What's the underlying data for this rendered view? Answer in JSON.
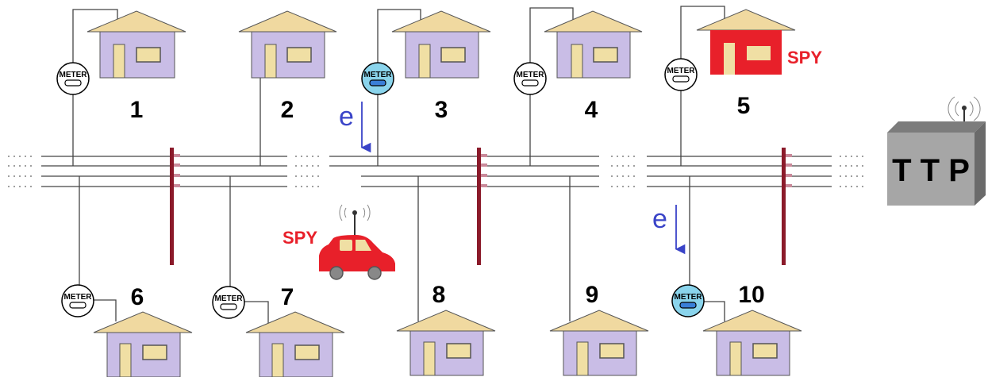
{
  "colors": {
    "roof": "#f0d9a0",
    "wall": "#c9bde6",
    "window": "#f0dfa4",
    "pole": "#8b1a2a",
    "spy_red": "#e8202a",
    "meter_active": "#8ad4ec",
    "meter_active_display": "#3a7fd8",
    "arrow_blue": "#3a44c8",
    "ttp_box": "#a6a6a6"
  },
  "houses": [
    {
      "number": "1",
      "meter_label": "METER",
      "meter_active": false,
      "spy": false
    },
    {
      "number": "2",
      "meter_label": "",
      "meter_active": false,
      "spy": false
    },
    {
      "number": "3",
      "meter_label": "METER",
      "meter_active": true,
      "spy": false
    },
    {
      "number": "4",
      "meter_label": "METER",
      "meter_active": false,
      "spy": false
    },
    {
      "number": "5",
      "meter_label": "METER",
      "meter_active": false,
      "spy": true
    },
    {
      "number": "6",
      "meter_label": "METER",
      "meter_active": false,
      "spy": false
    },
    {
      "number": "7",
      "meter_label": "METER",
      "meter_active": false,
      "spy": false
    },
    {
      "number": "8",
      "meter_label": "",
      "meter_active": false,
      "spy": false
    },
    {
      "number": "9",
      "meter_label": "",
      "meter_active": false,
      "spy": false
    },
    {
      "number": "10",
      "meter_label": "METER",
      "meter_active": true,
      "spy": false
    }
  ],
  "spy_house_label": "SPY",
  "spy_car_label": "SPY",
  "arrow_labels": [
    "e",
    "e"
  ],
  "ttp_label": "T T P",
  "icons": [
    "house-icon",
    "meter-icon",
    "utility-pole-icon",
    "spy-car-icon",
    "antenna-icon",
    "ttp-box-icon",
    "down-arrow-icon"
  ]
}
